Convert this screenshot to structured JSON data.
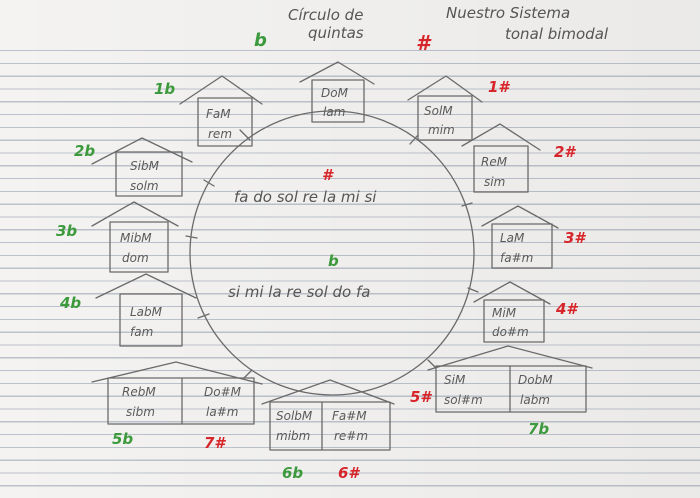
{
  "title": {
    "line1": "Círculo de",
    "line2": "quintas",
    "right1": "Nuestro Sistema",
    "right2": "tonal bimodal"
  },
  "header_flat": "b",
  "header_sharp": "#",
  "center": {
    "sharp_symbol": "#",
    "sharp_order": "fa do sol re la mi si",
    "flat_symbol": "b",
    "flat_order": "si mi la re sol do fa"
  },
  "keys": {
    "do": {
      "major": "DoM",
      "minor": "lam"
    },
    "sol": {
      "major": "SolM",
      "minor": "mim",
      "count": "1#"
    },
    "re": {
      "major": "ReM",
      "minor": "sim",
      "count": "2#"
    },
    "la": {
      "major": "LaM",
      "minor": "fa#m",
      "count": "3#"
    },
    "mi": {
      "major": "MiM",
      "minor": "do#m",
      "count": "4#"
    },
    "si": {
      "major": "SiM",
      "minor": "sol#m",
      "count": "5#"
    },
    "dob": {
      "major": "DobM",
      "minor": "labm",
      "count": "7b"
    },
    "fas": {
      "major": "Fa#M",
      "minor": "re#m",
      "count": "6#"
    },
    "solb": {
      "major": "SolbM",
      "minor": "mibm",
      "count": "6b"
    },
    "dos": {
      "major": "Do#M",
      "minor": "la#m",
      "count": "7#"
    },
    "reb": {
      "major": "RebM",
      "minor": "sibm",
      "count": "5b"
    },
    "lab": {
      "major": "LabM",
      "minor": "fam",
      "count": "4b"
    },
    "mib": {
      "major": "MibM",
      "minor": "dom",
      "count": "3b"
    },
    "sib": {
      "major": "SibM",
      "minor": "solm",
      "count": "2b"
    },
    "fa": {
      "major": "FaM",
      "minor": "rem",
      "count": "1b"
    }
  }
}
